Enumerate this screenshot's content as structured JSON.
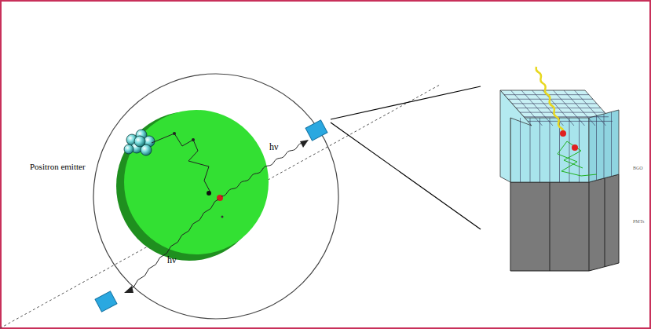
{
  "diagram": {
    "labels": [
      "Positron emitter",
      "hν",
      "hν",
      "BGO",
      "PMTs"
    ]
  }
}
